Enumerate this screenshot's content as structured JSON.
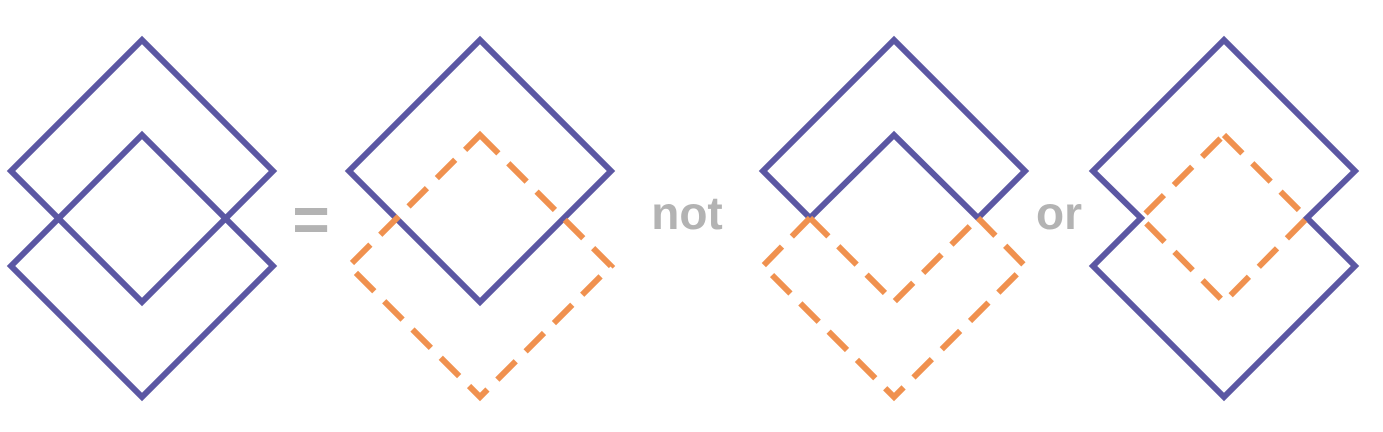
{
  "labels": {
    "equals": "=",
    "not": "not",
    "or": "or"
  },
  "colors": {
    "solid_stroke": "#5b57a3",
    "dashed_stroke": "#f0914f",
    "label_text": "#b3b3b3"
  },
  "panels": [
    {
      "name": "original-overlap",
      "style": "two-solid-diamonds"
    },
    {
      "name": "interpretation-nested",
      "style": "lower-diamond-dashed-on-top"
    },
    {
      "name": "interpretation-notched",
      "style": "notched-shape-with-dashed-lower"
    },
    {
      "name": "interpretation-intersection",
      "style": "intersection-dashed"
    }
  ]
}
